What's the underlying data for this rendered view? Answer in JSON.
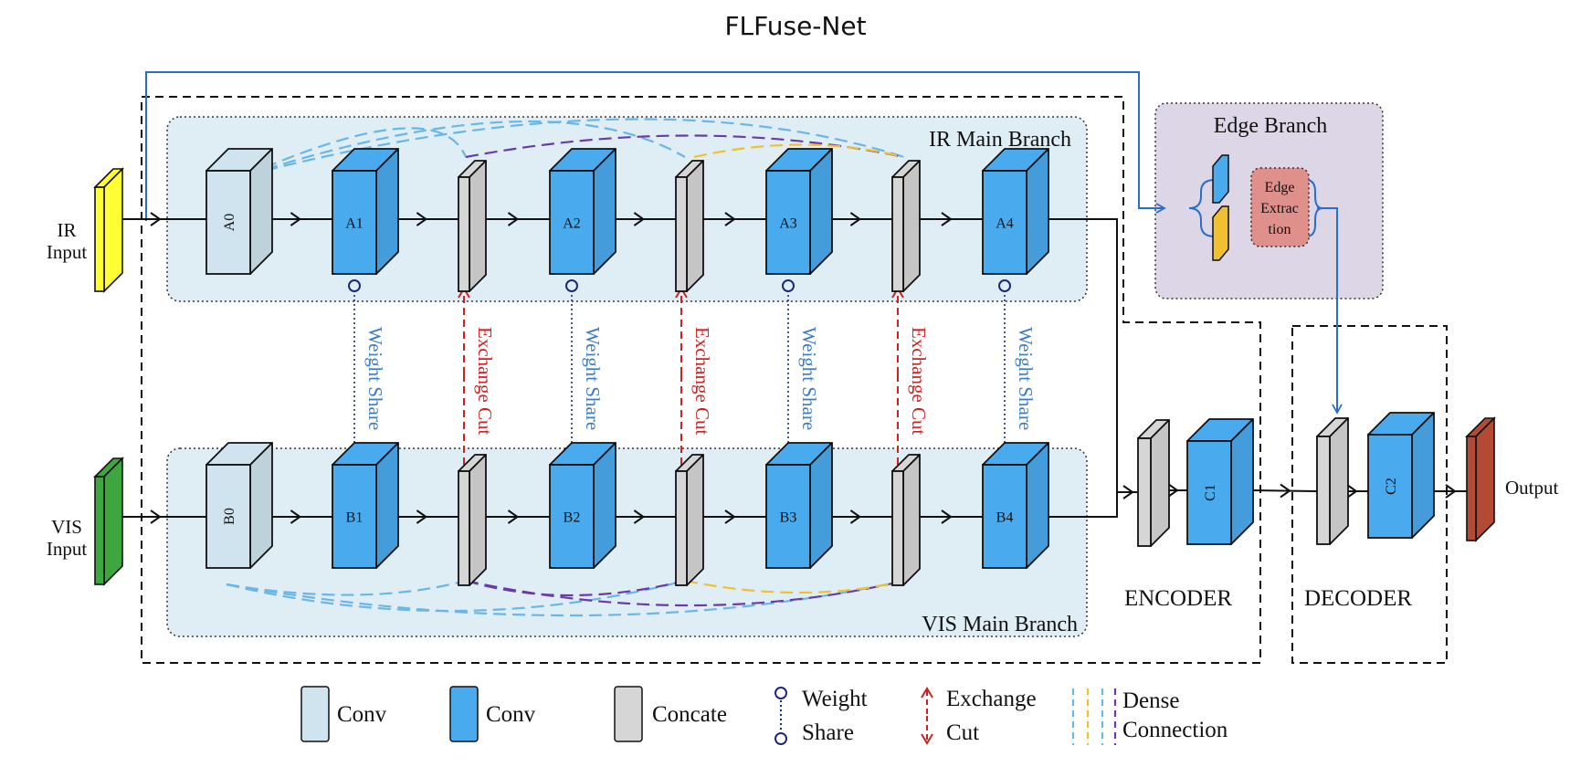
{
  "title": "FLFuse-Net",
  "inputs": {
    "ir_line1": "IR",
    "ir_line2": "Input",
    "vis_line1": "VIS",
    "vis_line2": "Input"
  },
  "output": "Output",
  "branches": {
    "ir_main": "IR Main Branch",
    "vis_main": "VIS Main Branch",
    "edge": "Edge Branch"
  },
  "edge_extraction": [
    "Edge",
    "Extrac",
    "tion"
  ],
  "sections": {
    "encoder": "ENCODER",
    "decoder": "DECODER"
  },
  "blocks": {
    "ir": [
      "A0",
      "A1",
      "A2",
      "A3",
      "A4"
    ],
    "vis": [
      "B0",
      "B1",
      "B2",
      "B3",
      "B4"
    ],
    "fusion": [
      "C1",
      "C2"
    ]
  },
  "connections": {
    "weight_share": "Weight Share",
    "exchange_cut": "Exchange Cut"
  },
  "legend": {
    "conv_light": "Conv",
    "conv_blue": "Conv",
    "concate": "Concate",
    "weight_share": [
      "Weight",
      "Share"
    ],
    "exchange_cut": [
      "Exchange",
      "Cut"
    ],
    "dense": [
      "Dense",
      "Connection"
    ]
  },
  "colors": {
    "conv_light": "#cfe4ee",
    "conv_blue": "#4aaaee",
    "concate": "#d6d6d6",
    "ir_input": "#ffff33",
    "vis_input": "#3ea63e",
    "output": "#b34a36",
    "edge_panel": "#ddd6e6",
    "edge_extract": "#e0908a",
    "branch_panel": "#dfeef4",
    "weight_share": "#3a7cc6",
    "exchange_cut": "#cc2222",
    "dense_light": "#6ab6e6",
    "dense_yellow": "#f0c030",
    "dense_purple": "#6a3aa6",
    "skip_line": "#2a6ec8"
  }
}
